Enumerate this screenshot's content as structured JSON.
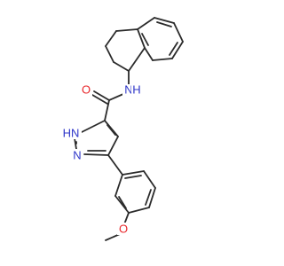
{
  "molecule": {
    "atom_labels": {
      "carbonyl_oxygen": "O",
      "amide_nitrogen": "N",
      "amide_hydrogen": "H",
      "pyrazole_nh": "HN",
      "pyrazole_n2": "N",
      "ether_oxygen": "O"
    },
    "colors": {
      "bond": "#2b2b2b",
      "oxygen": "#e8262a",
      "nitrogen": "#2d35c8"
    }
  }
}
